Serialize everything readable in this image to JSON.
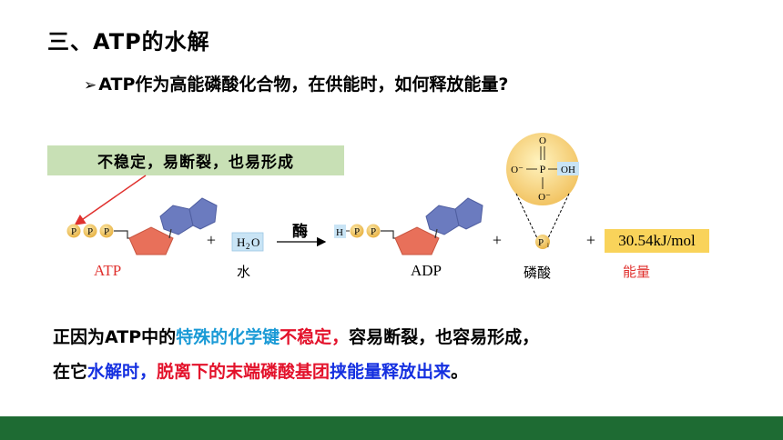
{
  "slide": {
    "title": "三、ATP的水解",
    "question_marker": "➢",
    "question": "ATP作为高能磷酸化合物，在供能时，如何释放能量?",
    "callout": "不稳定，易断裂，也易形成",
    "reaction": {
      "atp_label": "ATP",
      "water_label": "水",
      "water_formula_h": "H",
      "water_formula_sub": "2",
      "water_formula_o": "O",
      "enzyme": "酶",
      "adp_label": "ADP",
      "acid_label": "磷酸",
      "energy_value": "30.54kJ/mol",
      "energy_label": "能量",
      "plus": "+",
      "phosphate": "P",
      "hydrogen": "H",
      "pi_p": "P",
      "pi_sub": "i",
      "phosphate_top": "O",
      "phosphate_left": "O⁻",
      "phosphate_center": "P",
      "phosphate_right": "OH",
      "phosphate_bottom": "O⁻"
    },
    "conclusion": {
      "line1_a": "正因为ATP中的",
      "line1_b": "特殊的化学键",
      "line1_c": "不稳定，",
      "line1_d": "容易断裂，也容易形成，",
      "line2_a": "在它",
      "line2_b": "水解时，",
      "line2_c": "脱离下的末端磷酸基团",
      "line2_d": "挟能量释放出来",
      "line2_e": "。"
    },
    "colors": {
      "footer": "#1e6b33",
      "callout_bg": "#c8e0b5",
      "energy_bg": "#f9d35a",
      "phosphate": "#f2c463",
      "ribose": "#e8705a",
      "adenine": "#6b7bbf",
      "water_box": "#c9e4f5"
    }
  }
}
